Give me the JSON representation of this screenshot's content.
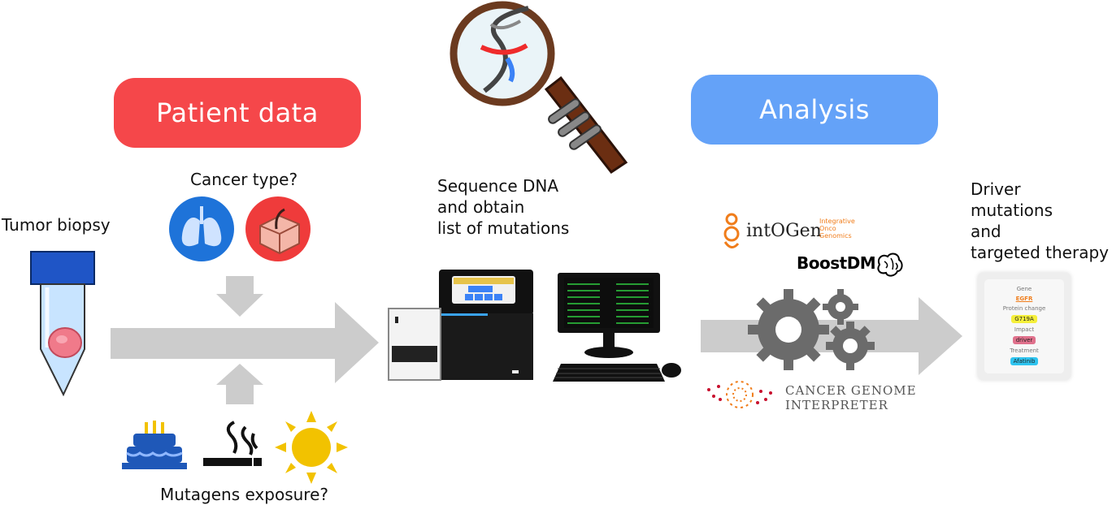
{
  "headers": {
    "patient_data": "Patient data",
    "analysis": "Analysis"
  },
  "labels": {
    "tumor_biopsy": "Tumor biopsy",
    "cancer_type": "Cancer type?",
    "mutagens": "Mutagens exposure?",
    "sequence": "Sequence DNA\nand obtain\nlist of mutations",
    "driver": "Driver\nmutations\nand\ntargeted therapy"
  },
  "logos": {
    "intogen": "intOGen",
    "intogen_sub": "Integrative\nOnco\nGenomics",
    "boostdm": "BoostDM",
    "cgi_line1": "CANCER GENOME",
    "cgi_line2": "INTERPRETER"
  },
  "card": {
    "gene_label": "Gene",
    "gene_value": "EGFR",
    "protein_label": "Protein change",
    "protein_value": "G719A",
    "impact_label": "Impact",
    "impact_value": "driver",
    "treatment_label": "Treatment",
    "treatment_value": "Afatinib"
  },
  "colors": {
    "patient_pill": "#f5474a",
    "analysis_pill": "#64a2f8",
    "arrow": "#cccccc"
  }
}
